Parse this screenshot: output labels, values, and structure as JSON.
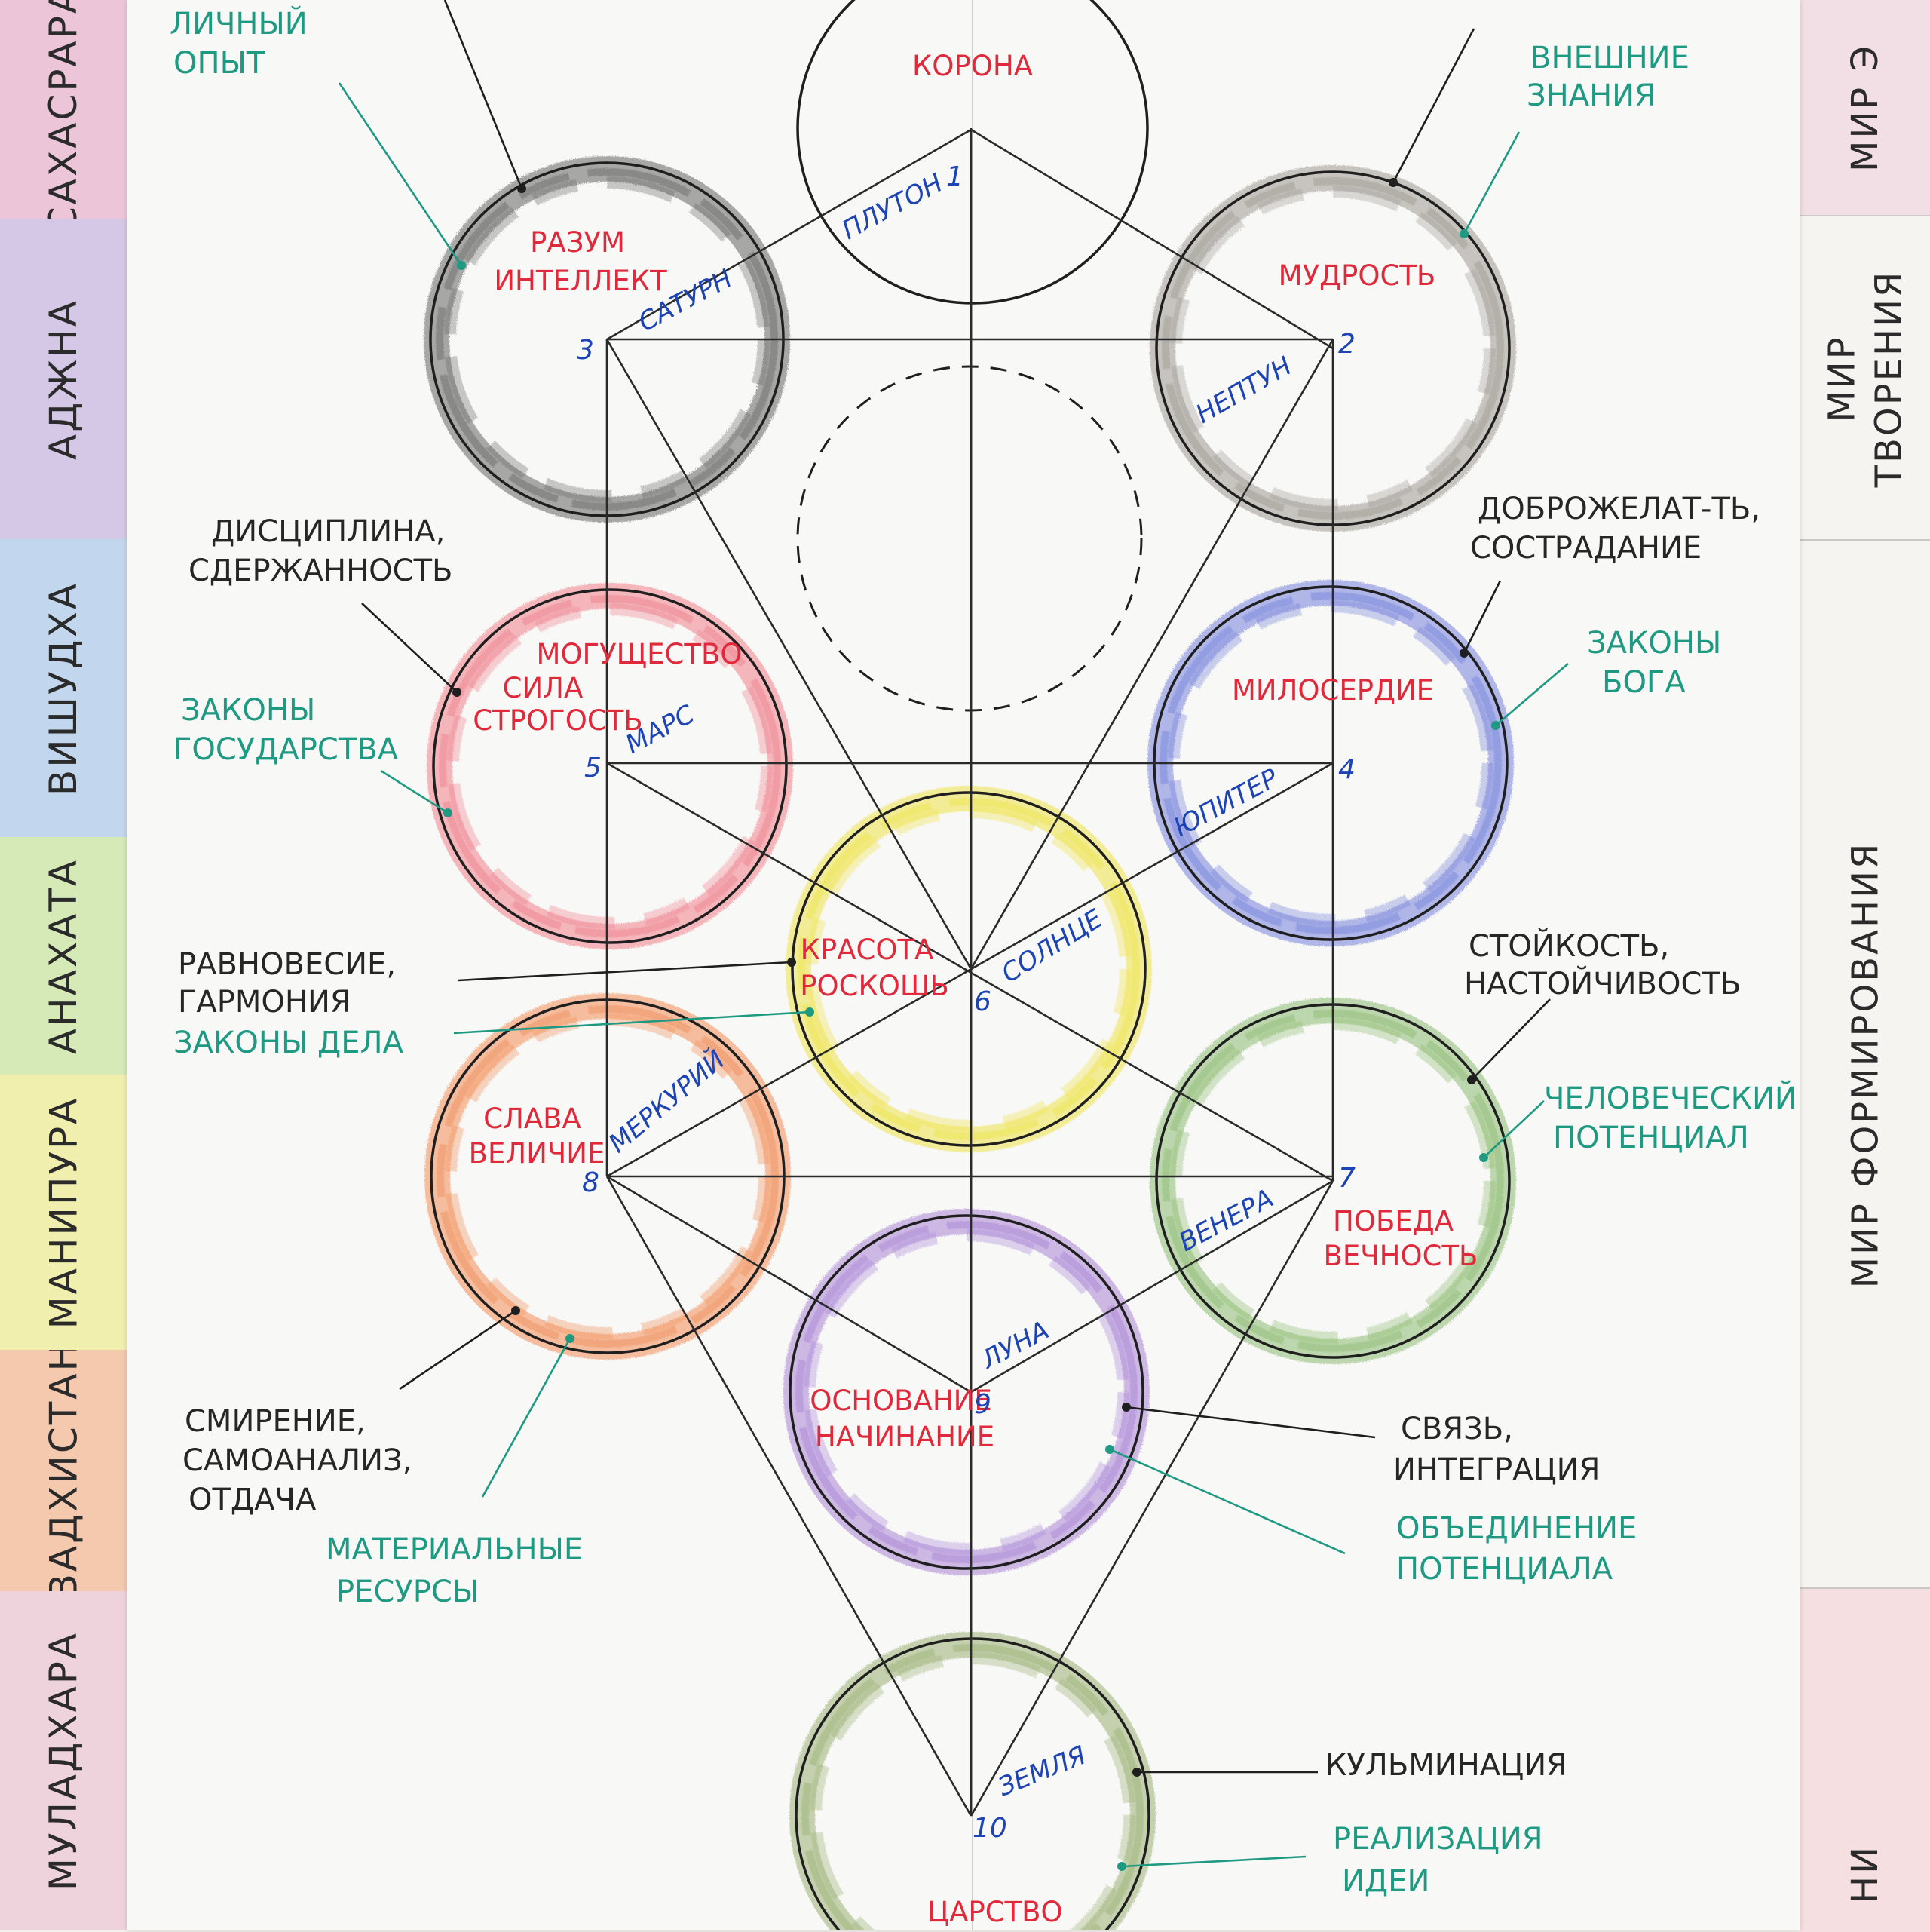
{
  "chakras": [
    {
      "label": "САХАСРАРА",
      "color": "#ecc6d8"
    },
    {
      "label": "АДЖНА",
      "color": "#d4c8e6"
    },
    {
      "label": "ВИШУДХА",
      "color": "#c2d7ee"
    },
    {
      "label": "АНАХАТА",
      "color": "#d5eab7"
    },
    {
      "label": "МАНИПУРА",
      "color": "#f1efae"
    },
    {
      "label": "СВАДХИСТАНА",
      "color": "#f5c9ae"
    },
    {
      "label": "МУЛАДХАРА",
      "color": "#efd3dc"
    }
  ],
  "worlds": [
    {
      "lines": [
        "МИР Э"
      ],
      "color": "#f2dfe5"
    },
    {
      "lines": [
        "МИР",
        "ТВОРЕНИЯ"
      ],
      "color": "#f5f4f1"
    },
    {
      "lines": [
        "МИР ФОРМИРОВАНИЯ"
      ],
      "color": "#f5f4f1"
    },
    {
      "lines": [
        "НИ"
      ],
      "color": "#f5dfe0"
    }
  ],
  "sephirot": [
    {
      "id": 1,
      "title": [
        "КОРОНА"
      ],
      "planet": "ПЛУТОН",
      "number": "1",
      "shade": null
    },
    {
      "id": 2,
      "title": [
        "МУДРОСТЬ"
      ],
      "planet": "НЕПТУН",
      "number": "2",
      "shade": "#8e8980"
    },
    {
      "id": 3,
      "title": [
        "РАЗУМ",
        "ИНТЕЛЛЕКТ"
      ],
      "planet": "САТУРН",
      "number": "3",
      "shade": "#4d4d4d"
    },
    {
      "id": 4,
      "title": [
        "МИЛОСЕРДИЕ"
      ],
      "planet": "ЮПИТЕР",
      "number": "4",
      "shade": "#5b6bd6"
    },
    {
      "id": 5,
      "title": [
        "МОГУЩЕСТВО",
        "СИЛА",
        "СТРОГОСТЬ"
      ],
      "planet": "МАРС",
      "number": "5",
      "shade": "#ee6a78"
    },
    {
      "id": 6,
      "title": [
        "КРАСОТА",
        "РОСКОШЬ"
      ],
      "planet": "СОЛНЦЕ",
      "number": "6",
      "shade": "#ecdf2a"
    },
    {
      "id": 7,
      "title": [
        "ПОБЕДА",
        "ВЕЧНОСТЬ"
      ],
      "planet": "ВЕНЕРА",
      "number": "7",
      "shade": "#79b05a"
    },
    {
      "id": 8,
      "title": [
        "СЛАВА",
        "ВЕЛИЧИЕ"
      ],
      "planet": "МЕРКУРИЙ",
      "number": "8",
      "shade": "#f07a3a"
    },
    {
      "id": 9,
      "title": [
        "ОСНОВАНИЕ",
        "НАЧИНАНИЕ"
      ],
      "planet": "ЛУНА",
      "number": "9",
      "shade": "#9a6fd0"
    },
    {
      "id": 10,
      "title": [
        "ЦАРСТВО"
      ],
      "planet": "ЗЕМЛЯ",
      "number": "10",
      "shade": "#8aa35c"
    }
  ],
  "annotations": [
    {
      "lines": [
        "ЛИЧНЫЙ",
        "ОПЫТ"
      ],
      "color": "green"
    },
    {
      "lines": [
        "ВНЕШНИЕ",
        "ЗНАНИЯ"
      ],
      "color": "green"
    },
    {
      "lines": [
        "ДИСЦИПЛИНА,",
        "СДЕРЖАННОСТЬ"
      ],
      "color": "black"
    },
    {
      "lines": [
        "ЗАКОНЫ",
        "ГОСУДАРСТВА"
      ],
      "color": "green"
    },
    {
      "lines": [
        "ДОБРОЖЕЛАТ-ТЬ,",
        "СОСТРАДАНИЕ"
      ],
      "color": "black"
    },
    {
      "lines": [
        "ЗАКОНЫ",
        "БОГА"
      ],
      "color": "green"
    },
    {
      "lines": [
        "РАВНОВЕСИЕ,",
        "ГАРМОНИЯ"
      ],
      "color": "black"
    },
    {
      "lines": [
        "ЗАКОНЫ ДЕЛА"
      ],
      "color": "green"
    },
    {
      "lines": [
        "СТОЙКОСТЬ,",
        "НАСТОЙЧИВОСТЬ"
      ],
      "color": "black"
    },
    {
      "lines": [
        "ЧЕЛОВЕЧЕСКИЙ",
        "ПОТЕНЦИАЛ"
      ],
      "color": "green"
    },
    {
      "lines": [
        "СМИРЕНИЕ,",
        "САМОАНАЛИЗ,",
        "ОТДАЧА"
      ],
      "color": "black"
    },
    {
      "lines": [
        "МАТЕРИАЛЬНЫЕ",
        "РЕСУРСЫ"
      ],
      "color": "green"
    },
    {
      "lines": [
        "СВЯЗЬ,",
        "ИНТЕГРАЦИЯ"
      ],
      "color": "black"
    },
    {
      "lines": [
        "ОБЪЕДИНЕНИЕ",
        "ПОТЕНЦИАЛА"
      ],
      "color": "green"
    },
    {
      "lines": [
        "КУЛЬМИНАЦИЯ"
      ],
      "color": "black"
    },
    {
      "lines": [
        "РЕАЛИЗАЦИЯ",
        "ИДЕИ"
      ],
      "color": "green"
    }
  ]
}
